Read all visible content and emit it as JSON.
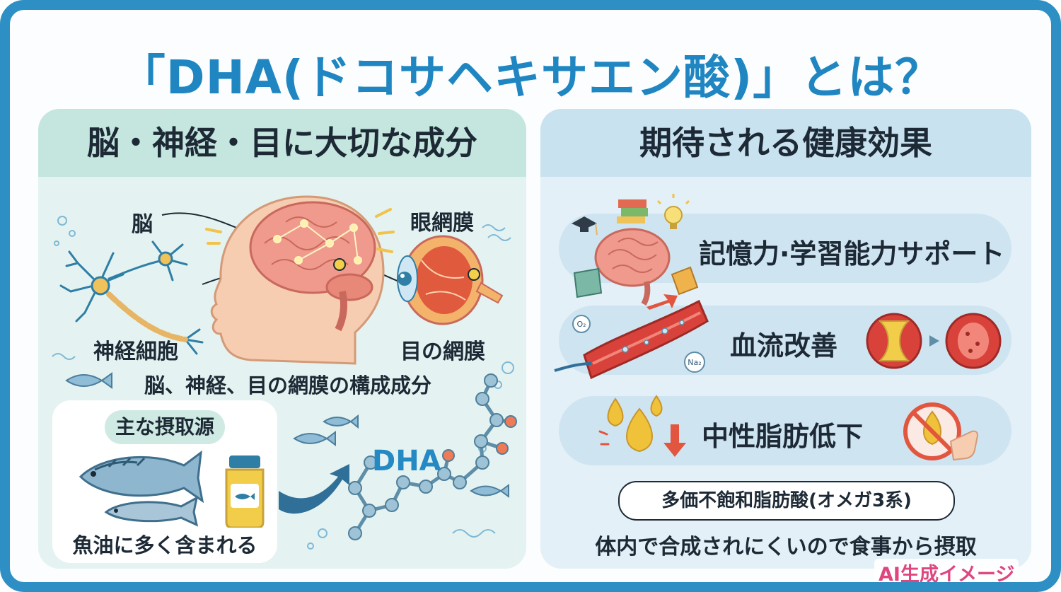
{
  "title": "「DHA(ドコサヘキサエン酸)」とは？",
  "left_panel": {
    "heading": "脳・神経・目に大切な成分",
    "labels": {
      "brain": "脳",
      "retina": "眼網膜",
      "neuron": "神経細胞",
      "eye_retina": "目の網膜"
    },
    "description": "脳、神経、目の網膜の構成成分",
    "source_tag": "主な摂取源",
    "source_caption": "魚油に多く含まれる",
    "molecule_label": "DHA"
  },
  "right_panel": {
    "heading": "期待される健康効果",
    "effects": [
      {
        "label": "記憶力·学習能力サポート",
        "icon": "brain-study-icon"
      },
      {
        "label": "血流改善",
        "icon": "blood-vessel-icon"
      },
      {
        "label": "中性脂肪低下",
        "icon": "oil-drop-icon"
      }
    ],
    "molecule_labels": {
      "o2": "O₂",
      "na": "Na₂"
    },
    "category_tag": "多価不飽和脂肪酸(オメガ3系)",
    "note": "体内で合成されにくいので食事から摂取"
  },
  "badge": "AI生成イメージ",
  "colors": {
    "frame": "#2d8fc4",
    "title": "#1f86c2",
    "left_panel_bg": "#e4f3f1",
    "right_panel_bg": "#e3f0f7",
    "badge": "#e0457f"
  }
}
